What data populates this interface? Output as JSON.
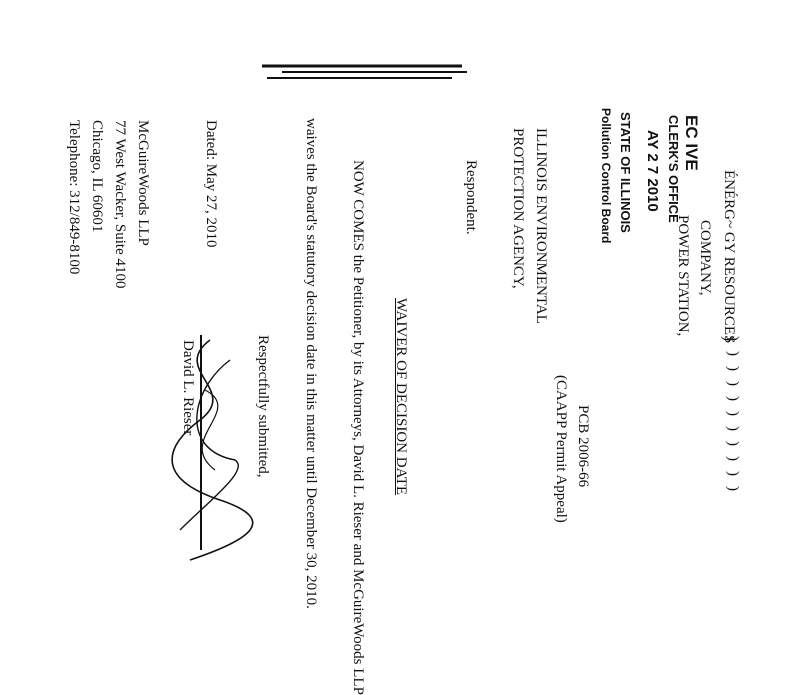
{
  "caption": {
    "petitioner_line1": "ÉNÉRG~ GY RESOURCES",
    "petitioner_line2": "COMPANY,",
    "petitioner_line3": "POWER STATION,",
    "respondent_line1": "ILLINOIS ENVIRONMENTAL",
    "respondent_line2": "PROTECTION AGENCY,",
    "respondent_label": "Respondent.",
    "case_number": "PCB 2006-66",
    "case_type": "(CAAPP Permit Appeal)"
  },
  "stamp": {
    "line1": "EC  IVE",
    "line2": "CLERK'S OFFICE",
    "line3": "AY 2 7 2010",
    "line4": "STATE OF ILLINOIS",
    "line5": "Pollution Control Board"
  },
  "body": {
    "heading": "WAIVER OF DECISION DATE",
    "para_line1": "NOW COMES the Petitioner, by its Attorneys, David L. Rieser and McGuireWoods LLP",
    "para_line2": "waives the Board's statutory decision date in this matter until December 30, 2010."
  },
  "signature": {
    "closing": "Respectfully submitted,",
    "signer": "David L. Rieser"
  },
  "footer": {
    "dated": "Dated: May 27, 2010",
    "firm": "McGuireWoods LLP",
    "street": "77 West Wacker, Suite 4100",
    "city": "Chicago, IL 60601",
    "phone": "Telephone: 312/849-8100"
  }
}
